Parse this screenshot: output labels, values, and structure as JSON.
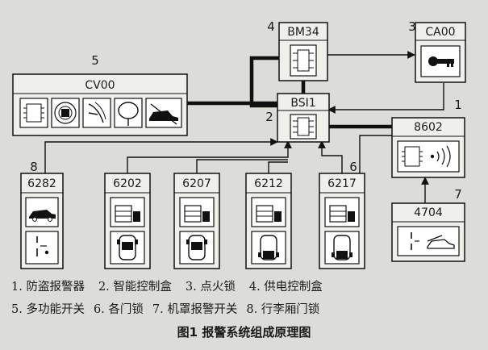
{
  "modules": {
    "bm34": {
      "number": "4",
      "code": "BM34"
    },
    "ca00": {
      "number": "3",
      "code": "CA00"
    },
    "cv00": {
      "number": "5",
      "code": "CV00"
    },
    "bsi1": {
      "number": "2",
      "code": "BSI1"
    },
    "m8602": {
      "number": "1",
      "code": "8602"
    },
    "m4704": {
      "number": "7",
      "code": "4704"
    },
    "m6282": {
      "number": "8",
      "code": "6282"
    },
    "m6202": {
      "code": "6202"
    },
    "m6207": {
      "code": "6207"
    },
    "m6212": {
      "code": "6212"
    },
    "m6217": {
      "number": "6",
      "code": "6217"
    }
  },
  "legend": {
    "row1": [
      "1. 防盗报警器",
      "2. 智能控制盒",
      "3. 点火锁",
      "4. 供电控制盒"
    ],
    "row2": [
      "5. 多功能开关",
      "6. 各门锁",
      "7. 机罩报警开关",
      "8. 行李厢门锁"
    ]
  },
  "caption": "图1  报警系统组成原理图",
  "colors": {
    "background": "#dcdcd8",
    "box_fill": "#efefeb",
    "icon_fill": "#ffffff",
    "line": "#111111"
  }
}
